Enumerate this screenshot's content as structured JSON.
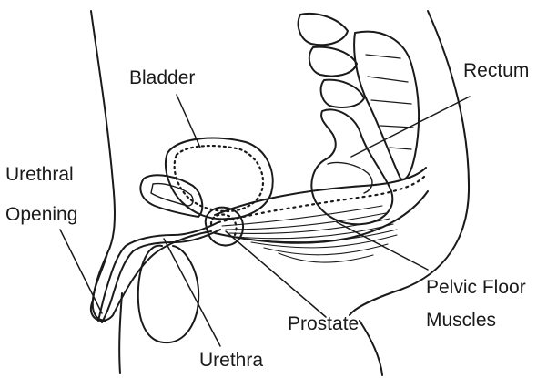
{
  "labels": {
    "bladder": "Bladder",
    "rectum": "Rectum",
    "urethral_opening_line1": "Urethral",
    "urethral_opening_line2": "Opening",
    "pelvic_floor_line1": "Pelvic Floor",
    "pelvic_floor_line2": "Muscles",
    "prostate": "Prostate",
    "urethra": "Urethra"
  },
  "colors": {
    "ink": "#1a1a1a",
    "background": "#ffffff"
  }
}
